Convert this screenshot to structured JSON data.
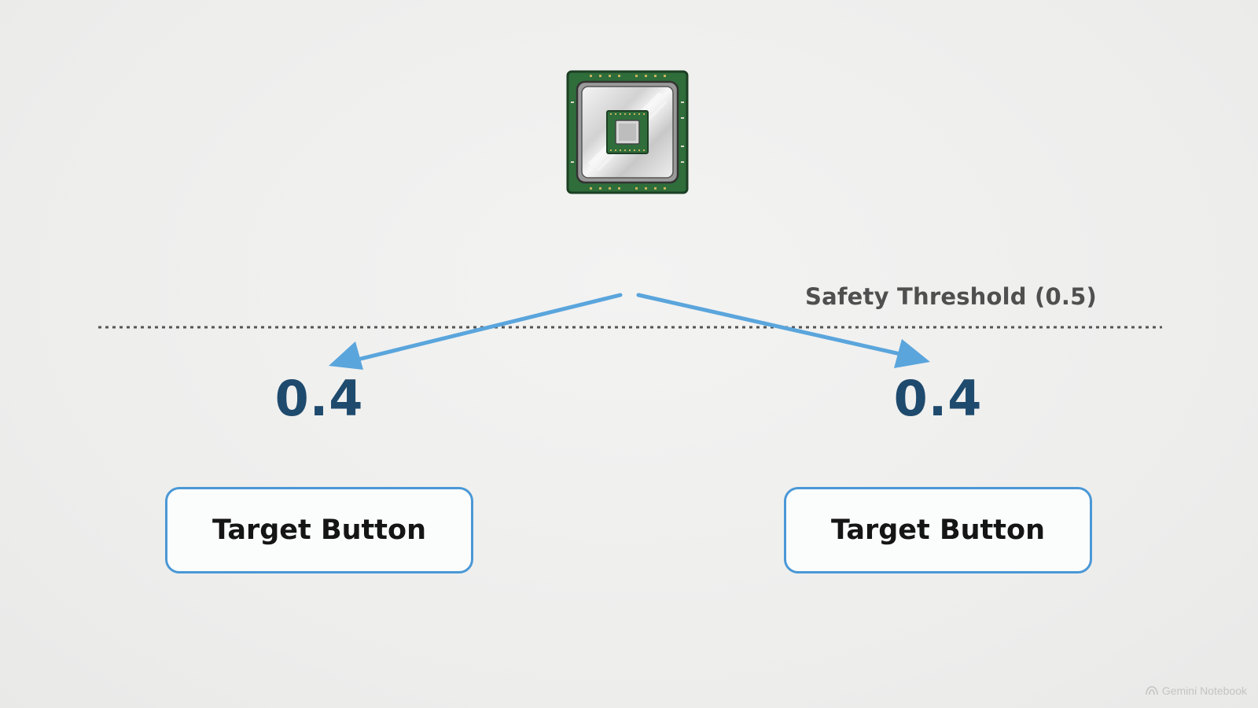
{
  "threshold": {
    "label": "Safety Threshold (0.5)",
    "value": 0.5
  },
  "processor": {
    "icon": "cpu-chip-icon"
  },
  "targets": [
    {
      "score": "0.4",
      "button_label": "Target Button"
    },
    {
      "score": "0.4",
      "button_label": "Target Button"
    }
  ],
  "watermark": {
    "text": "Gemini Notebook",
    "icon": "notebook-logo-icon"
  },
  "colors": {
    "arrow": "#5aa5dc",
    "score": "#1e4a6d",
    "button_border": "#4a98d6",
    "chip_pcb": "#2f6d3b",
    "threshold_line": "#555555"
  }
}
